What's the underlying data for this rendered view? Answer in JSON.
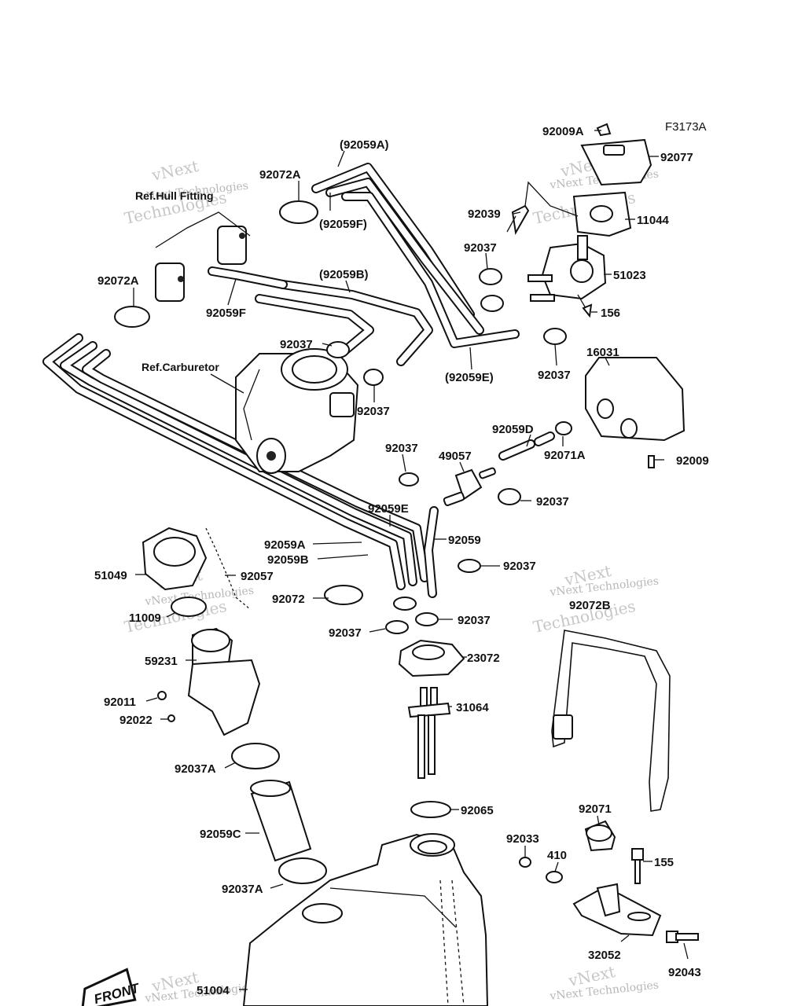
{
  "figure_code": "F3173A",
  "watermark": {
    "line1": "vNext",
    "line2": "Technologies",
    "small": "vNext Technologies"
  },
  "refs": {
    "hull_fitting": "Ref.Hull Fitting",
    "carburetor": "Ref.Carburetor"
  },
  "front_mark": "FRONT",
  "parts": [
    "92009A",
    "92077",
    "(92059A)",
    "92072A",
    "92039",
    "11044",
    "(92059F)",
    "92037",
    "51023",
    "92072A",
    "(92059B)",
    "92059F",
    "156",
    "92037",
    "16031",
    "92037",
    "(92059E)",
    "92037",
    "92037",
    "92059D",
    "92071A",
    "92009",
    "49057",
    "92037",
    "92037",
    "92059E",
    "92059",
    "92059A",
    "92059B",
    "92037",
    "51049",
    "92057",
    "92072",
    "11009",
    "92072B",
    "92037",
    "92037",
    "23072",
    "59231",
    "31064",
    "92011",
    "92022",
    "92037A",
    "92065",
    "92071",
    "92059C",
    "92033",
    "410",
    "155",
    "92037A",
    "32052",
    "92043",
    "51004"
  ]
}
